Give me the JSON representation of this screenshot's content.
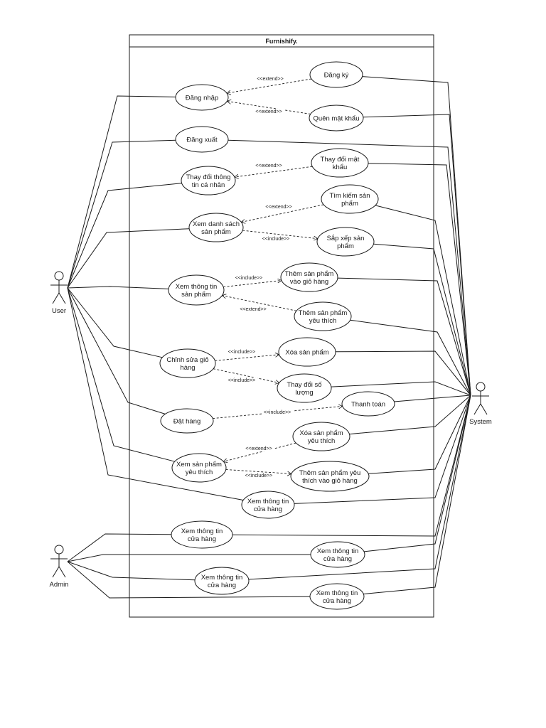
{
  "diagram": {
    "system_name": "Furnishify.",
    "actors": {
      "user": "User",
      "admin": "Admin",
      "system": "System"
    },
    "use_cases": {
      "dang_ky": [
        "Đăng ký"
      ],
      "dang_nhap": [
        "Đăng nhập"
      ],
      "quen_mat_khau": [
        "Quên mật khẩu"
      ],
      "dang_xuat": [
        "Đăng xuất"
      ],
      "thay_doi_thong_tin": [
        "Thay đổi thông",
        "tin cá nhân"
      ],
      "thay_doi_mat_khau": [
        "Thay đổi mật",
        "khẩu"
      ],
      "xem_danh_sach": [
        "Xem danh sách",
        "sản phẩm"
      ],
      "tim_kiem": [
        "Tìm kiếm sản",
        "phẩm"
      ],
      "sap_xep": [
        "Sắp xếp sản",
        "phẩm"
      ],
      "xem_thong_tin_sp": [
        "Xem thông tin",
        "sản phẩm"
      ],
      "them_vao_gio": [
        "Thêm sản phẩm",
        "vào giỏ hàng"
      ],
      "them_yeu_thich": [
        "Thêm sản phẩm",
        "yêu thích"
      ],
      "chinh_sua_gio": [
        "Chỉnh sửa giỏ",
        "hàng"
      ],
      "xoa_san_pham": [
        "Xóa sản phẩm"
      ],
      "thay_doi_so_luong": [
        "Thay đổi số",
        "lượng"
      ],
      "dat_hang": [
        "Đặt hàng"
      ],
      "thanh_toan": [
        "Thanh toán"
      ],
      "xoa_yeu_thich": [
        "Xóa sản phẩm",
        "yêu thích"
      ],
      "xem_yeu_thich": [
        "Xem sản phẩm",
        "yêu thích"
      ],
      "them_yeu_thich_vao_gio": [
        "Thêm sản phẩm yêu",
        "thích vào giỏ hàng"
      ],
      "xem_cua_hang_user": [
        "Xem thông tin",
        "cửa hàng"
      ],
      "admin_cua_hang_1": [
        "Xem thông tin",
        "cửa hàng"
      ],
      "admin_cua_hang_2": [
        "Xem thông tin",
        "cửa hàng"
      ],
      "admin_cua_hang_3": [
        "Xem thông tin",
        "cửa hàng"
      ],
      "admin_cua_hang_4": [
        "Xem thông tin",
        "cửa hàng"
      ]
    },
    "stereotypes": {
      "extend": "<<extend>>",
      "include": "<<include>>"
    },
    "line_color": "#1a1a1a",
    "background": "#ffffff"
  }
}
